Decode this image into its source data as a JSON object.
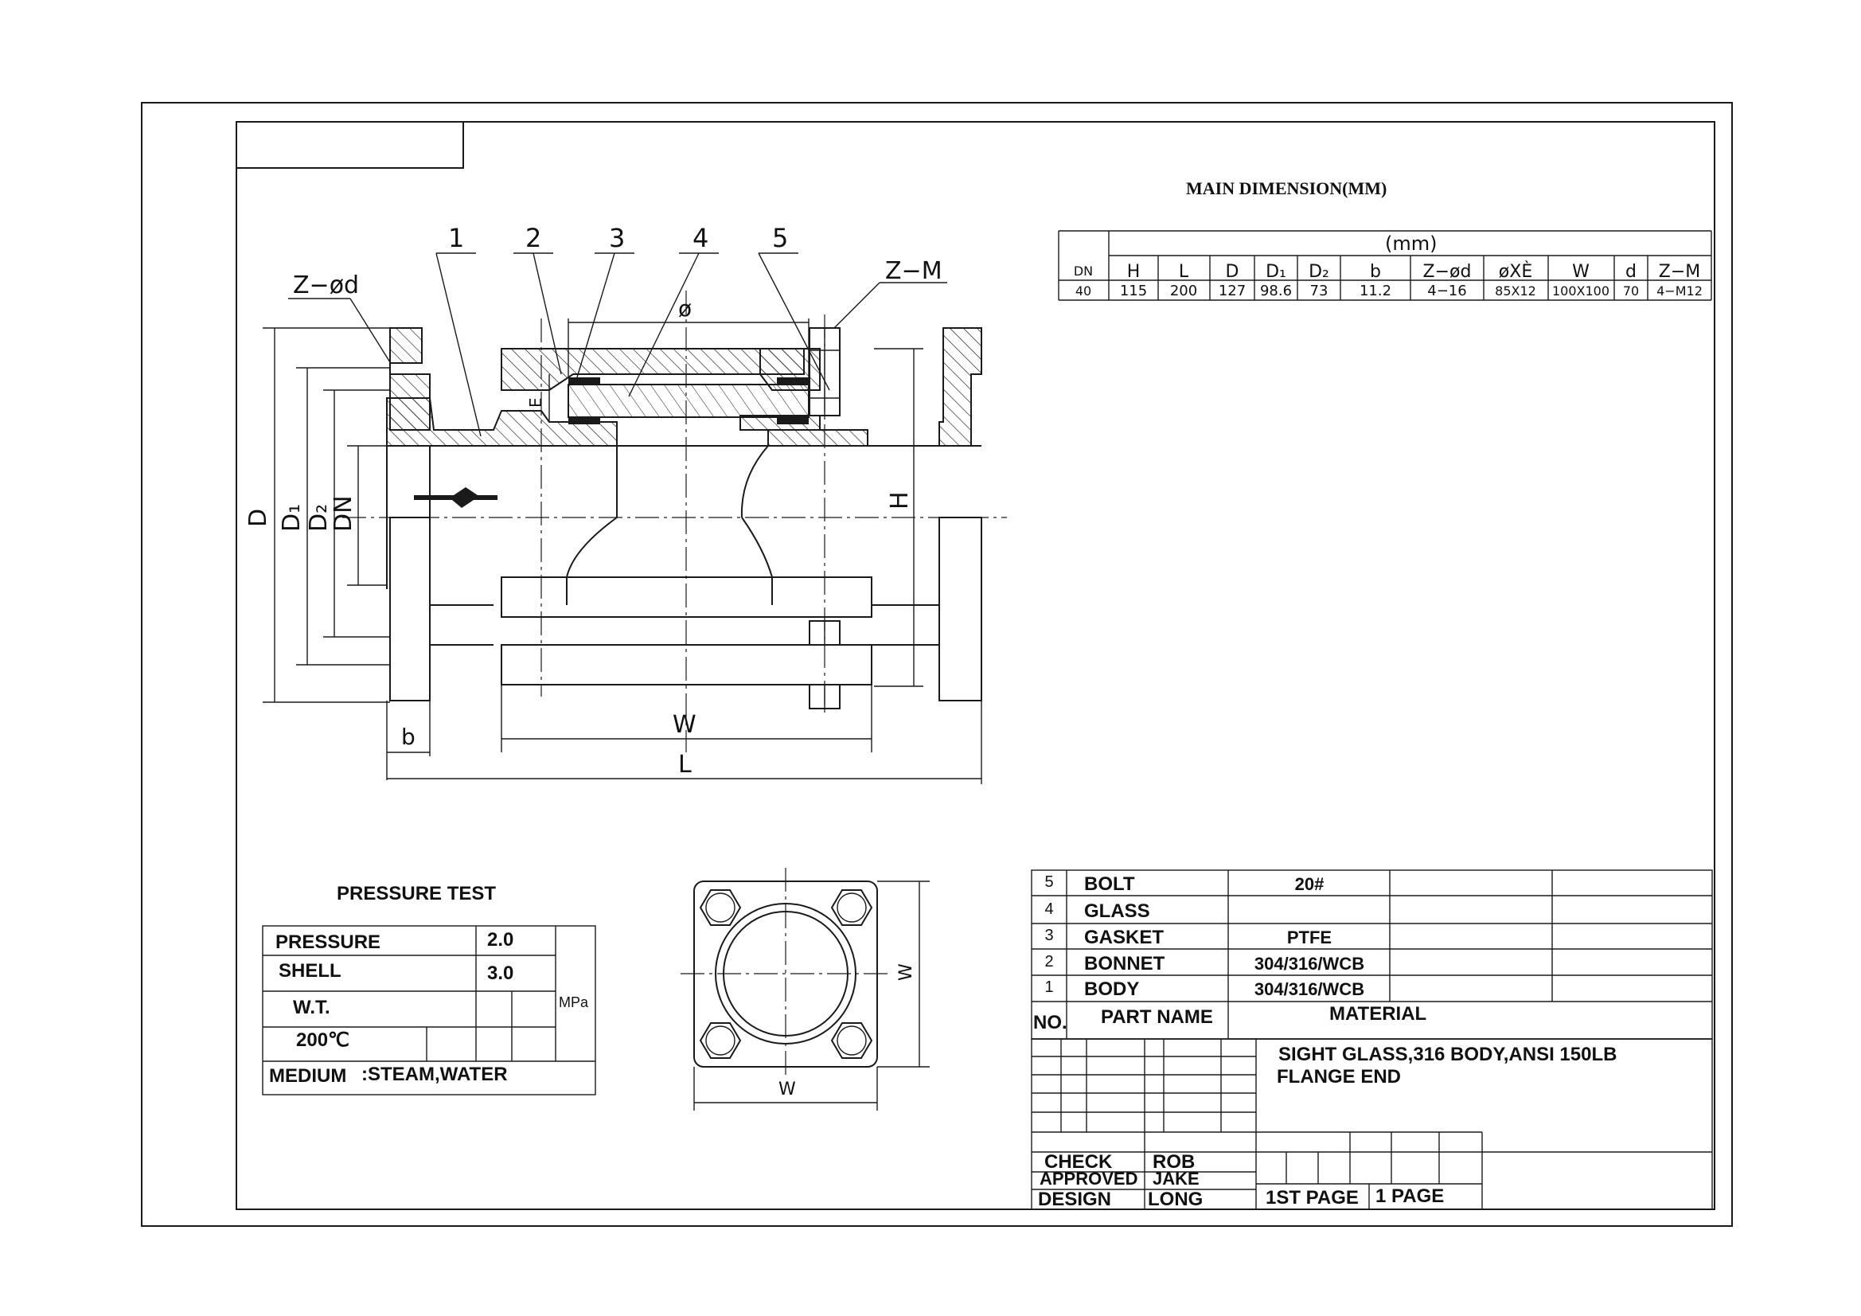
{
  "drawing": {
    "callouts": [
      "1",
      "2",
      "3",
      "4",
      "5"
    ],
    "labels": {
      "z_d": "Z−ød",
      "z_m": "Z−M",
      "phi": "ø",
      "e": "E",
      "D": "D",
      "D1": "D₁",
      "D2": "D₂",
      "DN": "DN",
      "H": "H",
      "b": "b",
      "W": "W",
      "L": "L",
      "w_side": "W",
      "w_bottom": "W"
    }
  },
  "dimensions": {
    "title": "MAIN DIMENSION(MM)",
    "unit_label": "(mm)",
    "headers": [
      "DN",
      "H",
      "L",
      "D",
      "D₁",
      "D₂",
      "b",
      "Z−ød",
      "øXÈ",
      "W",
      "d",
      "Z−M"
    ],
    "row": [
      "40",
      "115",
      "200",
      "127",
      "98.6",
      "73",
      "11.2",
      "4−16",
      "85X12",
      "100X100",
      "70",
      "4−M12"
    ]
  },
  "pressure_test": {
    "title": "PRESSURE TEST",
    "pressure_label": "PRESSURE",
    "pressure_value": "2.0",
    "shell_label": "SHELL",
    "shell_value": "3.0",
    "unit": "MPa",
    "wt_label": "W.T.",
    "temp_label": "200℃",
    "medium_label": "MEDIUM",
    "medium_value": ":STEAM,WATER"
  },
  "parts": [
    {
      "no": "5",
      "name": "BOLT",
      "material": "20#"
    },
    {
      "no": "4",
      "name": "GLASS",
      "material": ""
    },
    {
      "no": "3",
      "name": "GASKET",
      "material": "PTFE"
    },
    {
      "no": "2",
      "name": "BONNET",
      "material": "304/316/WCB"
    },
    {
      "no": "1",
      "name": "BODY",
      "material": "304/316/WCB"
    }
  ],
  "parts_header": {
    "no": "NO.",
    "name": "PART NAME",
    "material": "MATERIAL"
  },
  "title_block": {
    "title_line1": "SIGHT GLASS,316 BODY,ANSI 150LB",
    "title_line2": "FLANGE END",
    "check_label": "CHECK",
    "check_name": "ROB",
    "approved_label": "APPROVED",
    "approved_name": "JAKE",
    "design_label": "DESIGN",
    "design_name": "LONG",
    "page_label": "1ST PAGE",
    "pages_label": "1  PAGE"
  }
}
